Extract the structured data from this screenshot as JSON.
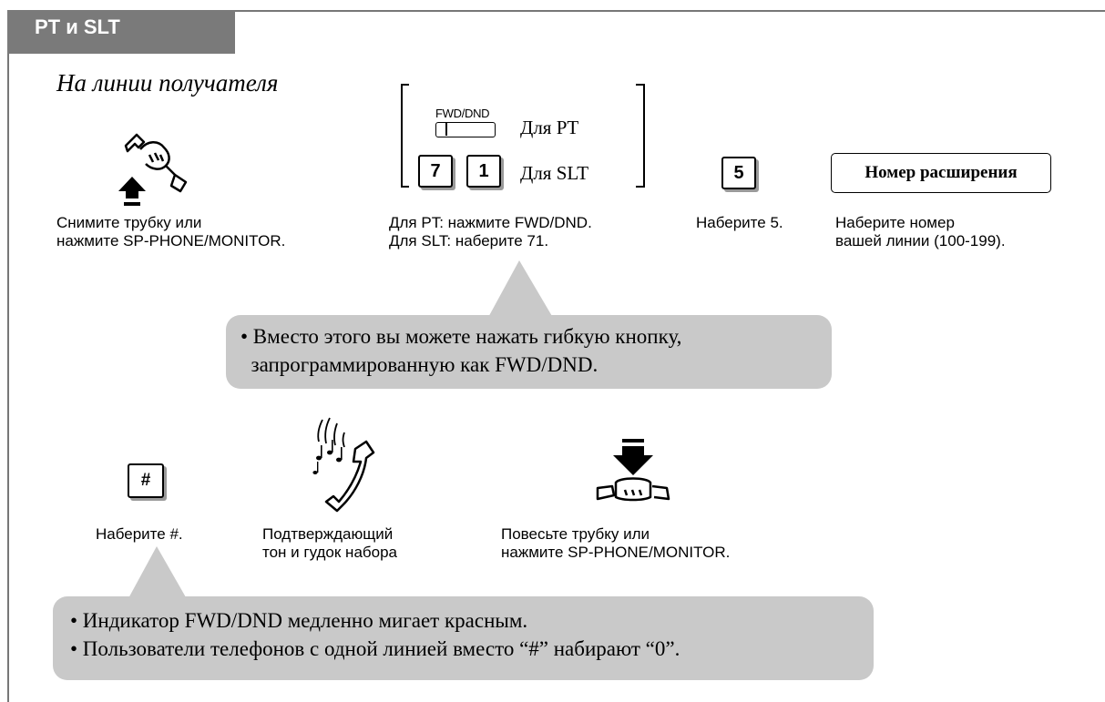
{
  "header": {
    "title": "PT и SLT"
  },
  "subtitle": "На линии получателя",
  "step1": {
    "caption_line1": "Снимите трубку или",
    "caption_line2": "нажмите SP-PHONE/MONITOR."
  },
  "step2": {
    "fwd_key_label": "FWD/DND",
    "for_pt": "Для PT",
    "key_a": "7",
    "key_b": "1",
    "for_slt": "Для SLT",
    "caption_line1": "Для PT: нажмите FWD/DND.",
    "caption_line2": "Для SLT: наберите 71."
  },
  "step3": {
    "key": "5",
    "caption": "Наберите 5."
  },
  "step4": {
    "box_label": "Номер расширения",
    "caption_line1": "Наберите номер",
    "caption_line2": "вашей линии (100-199)."
  },
  "note1": {
    "line1": "• Вместо этого вы можете нажать гибкую кнопку,",
    "line2": "  запрограммированную как FWD/DND."
  },
  "step5": {
    "key": "#",
    "caption": "Наберите #."
  },
  "step6": {
    "caption_line1": "Подтверждающий",
    "caption_line2": "тон и гудок набора"
  },
  "step7": {
    "caption_line1": "Повесьте трубку или",
    "caption_line2": "нажмите SP-PHONE/MONITOR."
  },
  "note2": {
    "line1": "• Индикатор FWD/DND медленно мигает красным.",
    "line2": "• Пользователи телефонов с одной линией вместо “#” набирают “0”."
  },
  "colors": {
    "header_bg": "#7a7a7a",
    "bubble_bg": "#c9c9c9"
  }
}
